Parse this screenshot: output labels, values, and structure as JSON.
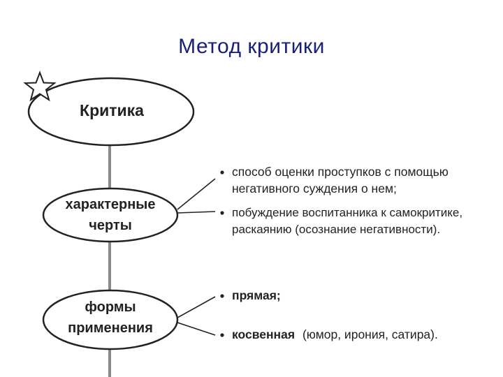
{
  "slide": {
    "title": "Метод критики"
  },
  "diagram": {
    "nodes": [
      {
        "id": "criticism",
        "label": "Критика"
      },
      {
        "id": "features",
        "label_lines": [
          "характерные",
          "черты"
        ]
      },
      {
        "id": "forms",
        "label_lines": [
          "формы",
          "применения"
        ]
      }
    ],
    "features_bullets": [
      {
        "lines": [
          "способ оценки проступков с помощью",
          "негативного суждения о нем;"
        ]
      },
      {
        "lines": [
          "побуждение воспитанника к самокритике,",
          "раскаянию (осознание негативности)."
        ]
      }
    ],
    "forms_bullets": [
      {
        "strong": "прямая;",
        "rest": ""
      },
      {
        "strong": "косвенная",
        "rest": "(юмор, ирония, сатира)."
      }
    ],
    "colors": {
      "title": "#1a1f7a",
      "ink": "#222222",
      "stem": "#8a8a8a"
    },
    "decor": {
      "star": "star-icon"
    }
  }
}
